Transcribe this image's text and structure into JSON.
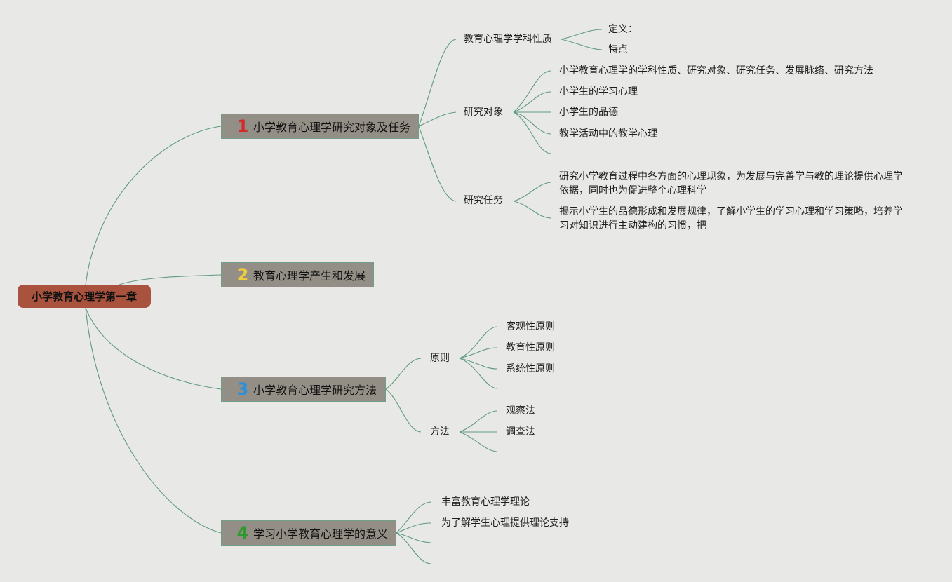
{
  "root": {
    "label": "小学教育心理学第一章"
  },
  "branches": [
    {
      "num": "1",
      "color": "#d42a2a",
      "label": "小学教育心理学研究对象及任务",
      "subs": [
        {
          "label": "教育心理学学科性质",
          "leaves": [
            "定义：",
            "特点"
          ]
        },
        {
          "label": "研究对象",
          "leaves": [
            "小学教育心理学的学科性质、研究对象、研究任务、发展脉络、研究方法",
            "小学生的学习心理",
            "小学生的品德",
            "教学活动中的教学心理"
          ]
        },
        {
          "label": "研究任务",
          "leaves": [
            "研究小学教育过程中各方面的心理现象，为发展与完善学与教的理论提供心理学依据，同时也为促进整个心理科学",
            "揭示小学生的品德形成和发展规律，了解小学生的学习心理和学习策略，培养学习对知识进行主动建构的习惯，把"
          ]
        }
      ]
    },
    {
      "num": "2",
      "color": "#f0cd3c",
      "label": "教育心理学产生和发展"
    },
    {
      "num": "3",
      "color": "#2f8fd8",
      "label": "小学教育心理学研究方法",
      "subs": [
        {
          "label": "原则",
          "leaves": [
            "客观性原则",
            "教育性原则",
            "系统性原则"
          ]
        },
        {
          "label": "方法",
          "leaves": [
            "观察法",
            "调查法"
          ]
        }
      ]
    },
    {
      "num": "4",
      "color": "#2e9a2e",
      "label": "学习小学教育心理学的意义",
      "leaves": [
        "丰富教育心理学理论",
        "为了解学生心理提供理论支持"
      ]
    }
  ]
}
